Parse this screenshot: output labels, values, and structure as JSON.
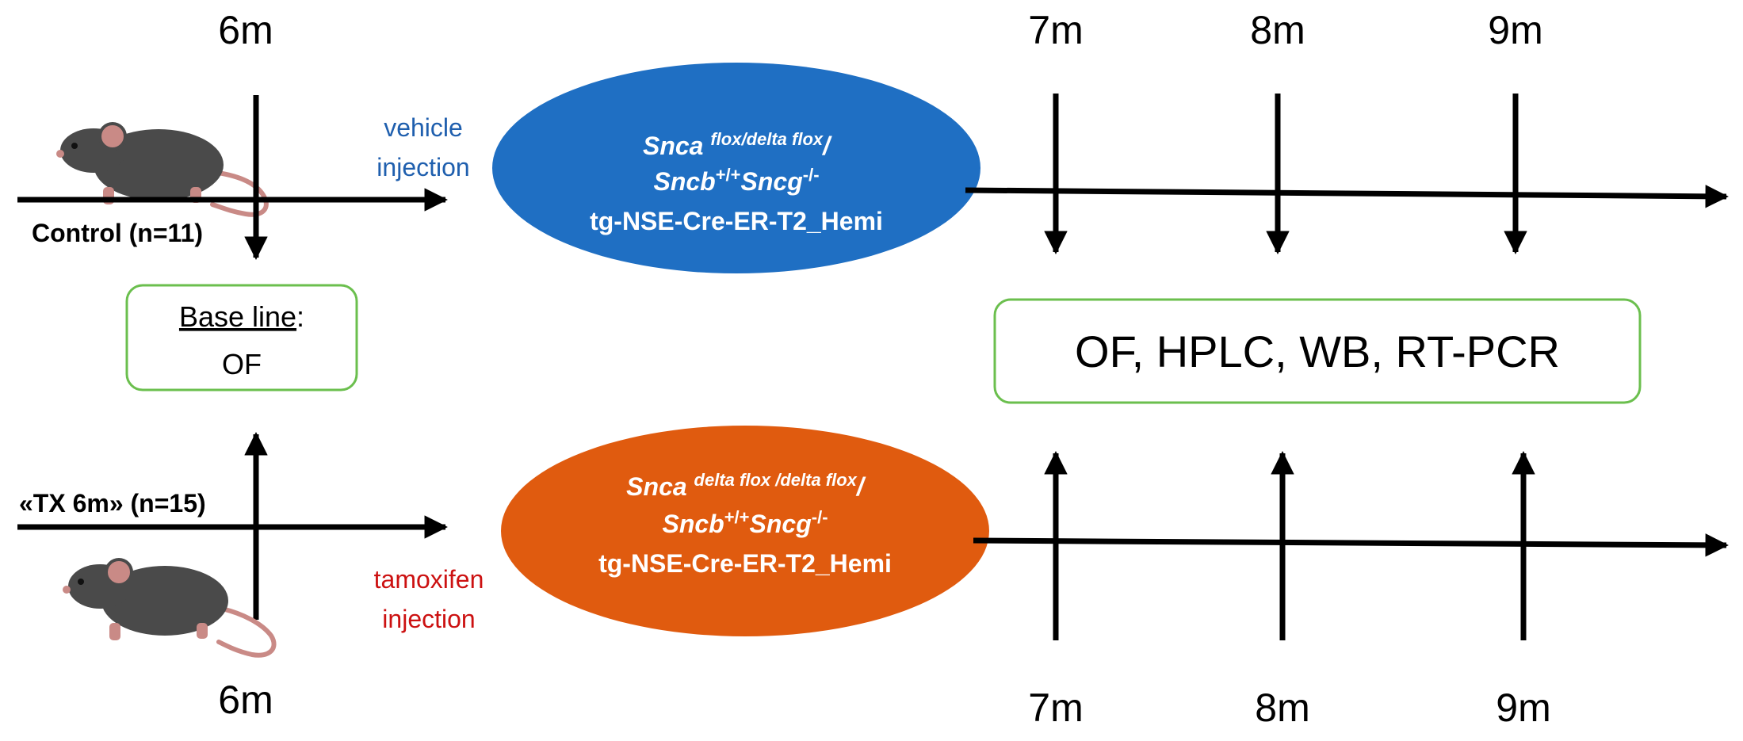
{
  "colors": {
    "control_ellipse": "#1f6fc3",
    "tx_ellipse": "#e05b0f",
    "vehicle_text": "#1f5fae",
    "tamoxifen_text": "#cc1111",
    "box_border": "#6bbf4e",
    "mouse_body": "#4a4a4a",
    "mouse_tail": "#c98a86"
  },
  "timepoints": {
    "top_left": "6m",
    "bottom_left": "6m",
    "top": [
      "7m",
      "8m",
      "9m"
    ],
    "bottom": [
      "7m",
      "8m",
      "9m"
    ]
  },
  "control": {
    "group_label": "Control (n=11)",
    "injection_line1": "vehicle",
    "injection_line2": "injection",
    "genotype": {
      "gene1": "Snca",
      "gene1_sup": "flox/delta flox",
      "slash": "/",
      "gene2": "Sncb",
      "gene2_sup": "+/+",
      "gene3": "Sncg",
      "gene3_sup": "-/-",
      "line3": "tg-NSE-Cre-ER-T2_Hemi"
    }
  },
  "tx": {
    "group_label": "«TX 6m» (n=15)",
    "injection_line1": "tamoxifen",
    "injection_line2": "injection",
    "genotype": {
      "gene1": "Snca",
      "gene1_sup": "delta flox /delta flox",
      "slash": "/",
      "gene2": "Sncb",
      "gene2_sup": "+/+",
      "gene3": "Sncg",
      "gene3_sup": "-/-",
      "line3": "tg-NSE-Cre-ER-T2_Hemi"
    }
  },
  "baseline": {
    "label_underlined": "Base line",
    "label_colon": ":",
    "tests": "OF"
  },
  "analyses": "OF, HPLC, WB, RT-PCR"
}
